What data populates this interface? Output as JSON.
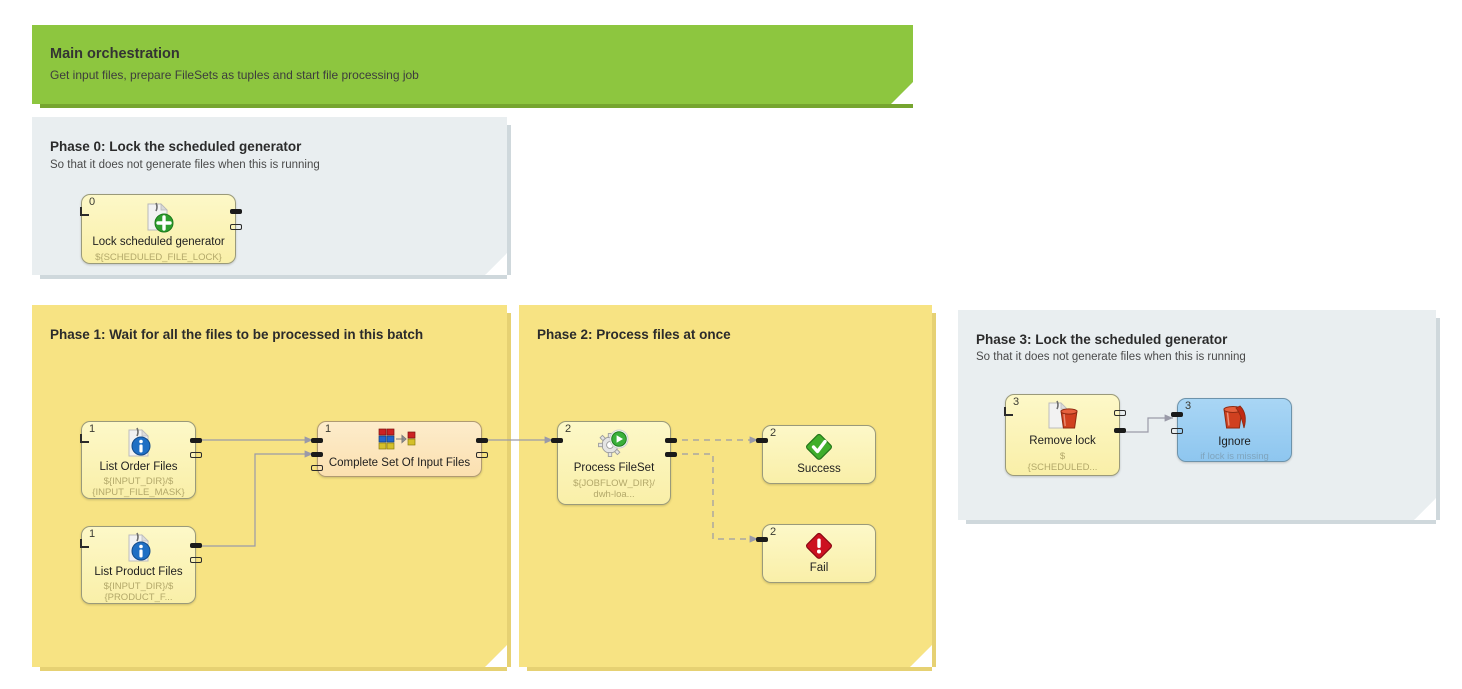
{
  "header": {
    "title": "Main orchestration",
    "subtitle": "Get input files, prepare FileSets as tuples and start file processing job",
    "color": "#8dc63f"
  },
  "phases": [
    {
      "id": "phase0",
      "title": "Phase 0: Lock the scheduled generator",
      "subtitle": "So that it does not generate files when this is running",
      "color": "#e9eef0"
    },
    {
      "id": "phase1",
      "title": "Phase 1: Wait for all the files to be processed in this batch",
      "subtitle": "",
      "color": "#f7e383"
    },
    {
      "id": "phase2",
      "title": "Phase 2: Process files at once",
      "subtitle": "",
      "color": "#f7e383"
    },
    {
      "id": "phase3",
      "title": "Phase 3: Lock the scheduled generator",
      "subtitle": "So that it does not generate files when this is running",
      "color": "#e9eef0"
    }
  ],
  "nodes": {
    "lock_scheduled_generator": {
      "index": "0",
      "label": "Lock scheduled generator",
      "sub": "${SCHEDULED_FILE_LOCK}",
      "icon": "document-add-icon"
    },
    "list_order_files": {
      "index": "1",
      "label": "List Order Files",
      "sub_line1": "${INPUT_DIR}/$",
      "sub_line2": "{INPUT_FILE_MASK}",
      "icon": "document-info-icon"
    },
    "list_product_files": {
      "index": "1",
      "label": "List Product Files",
      "sub_line1": "${INPUT_DIR}/$",
      "sub_line2": "{PRODUCT_F...",
      "icon": "document-info-icon"
    },
    "complete_set_of_input_files": {
      "index": "1",
      "label": "Complete Set Of Input Files",
      "sub": "",
      "icon": "merge-tuples-icon"
    },
    "process_fileset": {
      "index": "2",
      "label": "Process FileSet",
      "sub_line1": "${JOBFLOW_DIR}/",
      "sub_line2": "dwh-loa...",
      "icon": "gear-play-icon"
    },
    "success": {
      "index": "2",
      "label": "Success",
      "sub": "",
      "icon": "green-check-diamond-icon"
    },
    "fail": {
      "index": "2",
      "label": "Fail",
      "sub": "",
      "icon": "red-exclamation-diamond-icon"
    },
    "remove_lock": {
      "index": "3",
      "label": "Remove lock",
      "sub_line1": "$",
      "sub_line2": "{SCHEDULED...",
      "icon": "document-delete-icon"
    },
    "ignore": {
      "index": "3",
      "label": "Ignore",
      "sub": "if lock is missing",
      "icon": "delete-bucket-icon"
    }
  },
  "colors": {
    "node_yellow": "#f9efa8",
    "node_peach": "#fbe0b0",
    "node_blue": "#8ec6ef",
    "panel_grey": "#e9eef0",
    "panel_yellow": "#f7e383",
    "header_green": "#8dc63f",
    "connector": "#9a9aa8"
  }
}
